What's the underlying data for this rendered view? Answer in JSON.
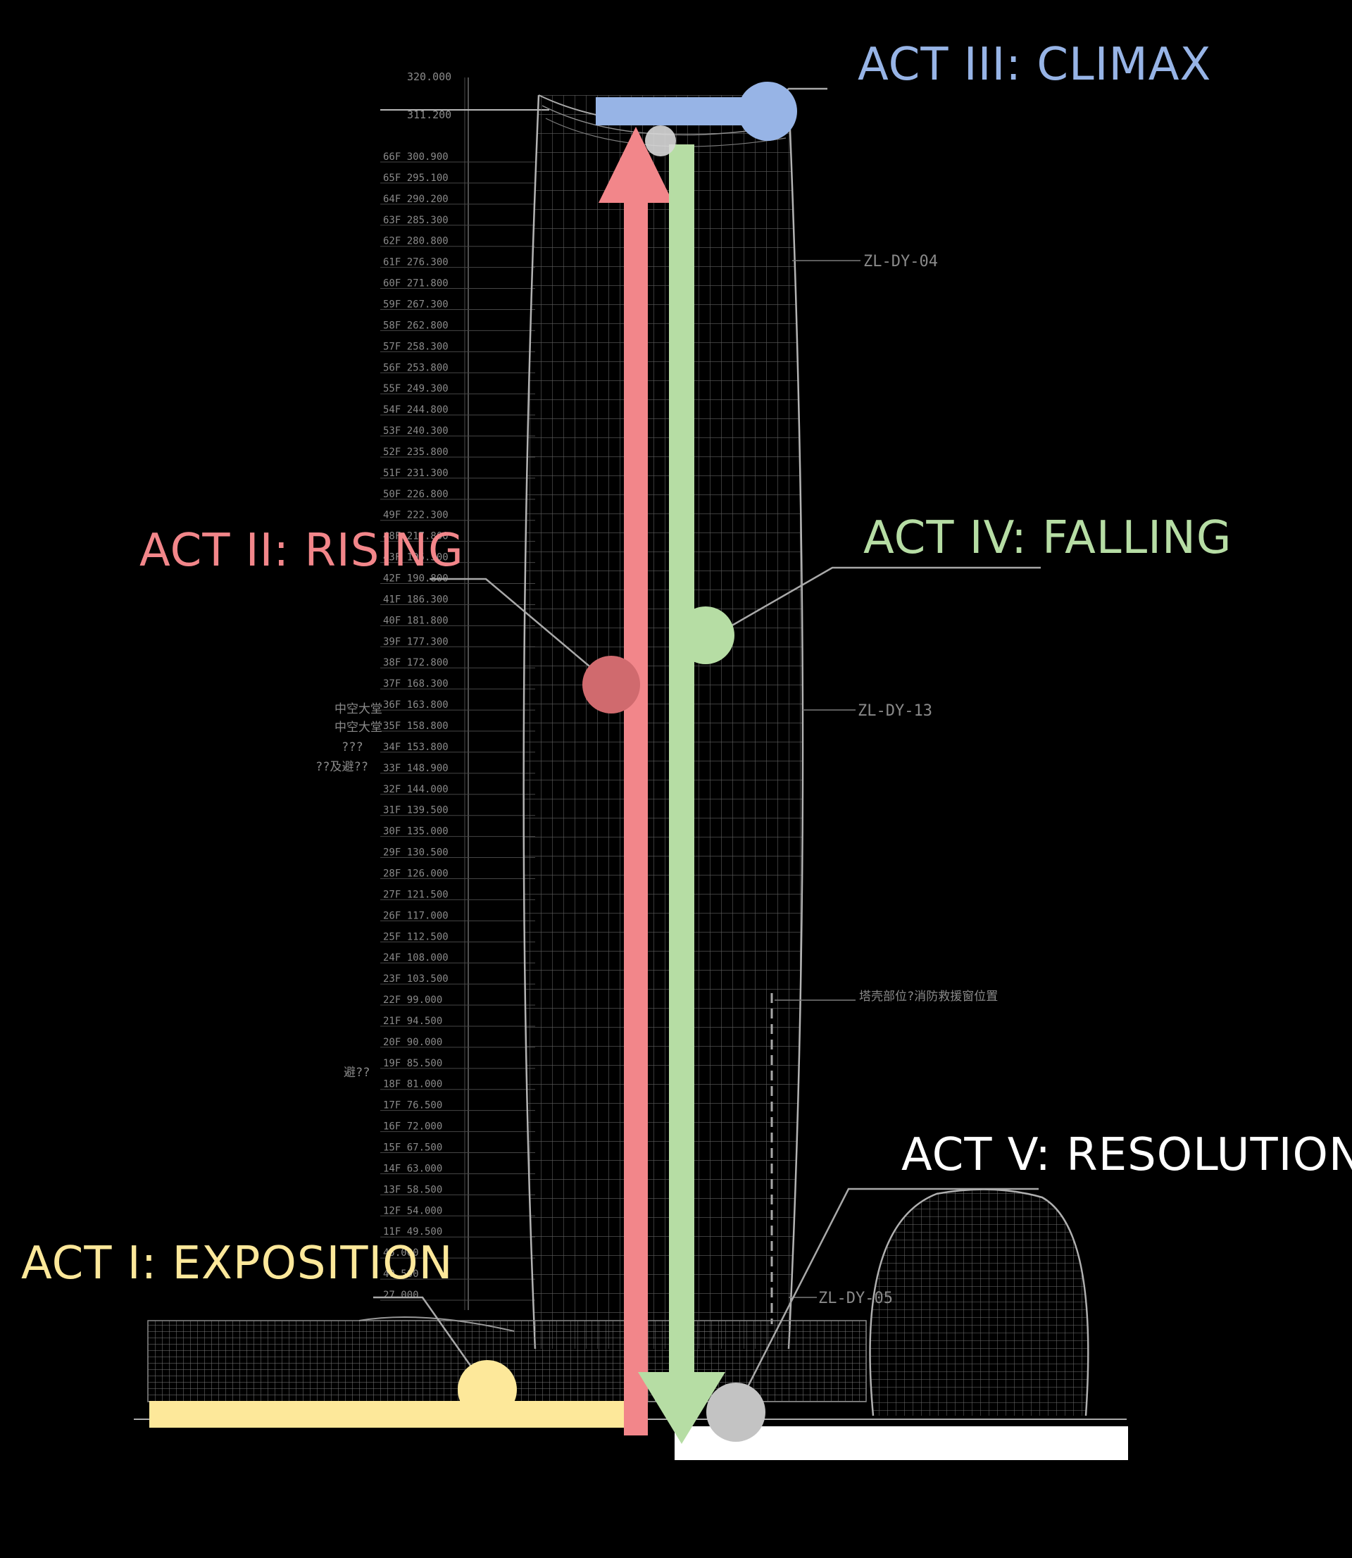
{
  "colors": {
    "background": "#000000",
    "act1": "#fde89a",
    "act2": "#f2868a",
    "act3": "#97b4e6",
    "act4": "#b6dda4",
    "act5": "#ffffff",
    "node_act5": "#c3c3c3",
    "drawing_line": "#8a8a8a"
  },
  "acts": [
    {
      "id": "act1",
      "label": "ACT I: EXPOSITION"
    },
    {
      "id": "act2",
      "label": "ACT II: RISING"
    },
    {
      "id": "act3",
      "label": "ACT III: CLIMAX"
    },
    {
      "id": "act4",
      "label": "ACT IV: FALLING"
    },
    {
      "id": "act5",
      "label": "ACT V: RESOLUTION"
    }
  ],
  "drawing": {
    "top_marks": [
      "320.000",
      "311.200"
    ],
    "floor_levels": [
      "66F 300.900",
      "65F 295.100",
      "64F 290.200",
      "63F 285.300",
      "62F 280.800",
      "61F 276.300",
      "60F 271.800",
      "59F 267.300",
      "58F 262.800",
      "57F 258.300",
      "56F 253.800",
      "55F 249.300",
      "54F 244.800",
      "53F 240.300",
      "52F 235.800",
      "51F 231.300",
      "50F 226.800",
      "49F 222.300",
      "48F 217.800",
      "43F 195.300",
      "42F 190.800",
      "41F 186.300",
      "40F 181.800",
      "39F 177.300",
      "38F 172.800",
      "37F 168.300",
      "36F 163.800",
      "35F 158.800",
      "34F 153.800",
      "33F 148.900",
      "32F 144.000",
      "31F 139.500",
      "30F 135.000",
      "29F 130.500",
      "28F 126.000",
      "27F 121.500",
      "26F 117.000",
      "25F 112.500",
      "24F 108.000",
      "23F 103.500",
      "22F 99.000",
      "21F 94.500",
      "20F 90.000",
      "19F 85.500",
      "18F 81.000",
      "17F 76.500",
      "16F 72.000",
      "15F 67.500",
      "14F 63.000",
      "13F 58.500",
      "12F 54.000",
      "11F 49.500",
      "45.000",
      "40.500",
      "27.000"
    ],
    "side_notes": [
      "中空大堂",
      "中空大堂",
      "???",
      "??及避??",
      "避??"
    ],
    "tags": [
      "ZL-DY-04",
      "ZL-DY-13",
      "ZL-DY-05",
      "塔壳部位?消防救援窗位置"
    ]
  }
}
